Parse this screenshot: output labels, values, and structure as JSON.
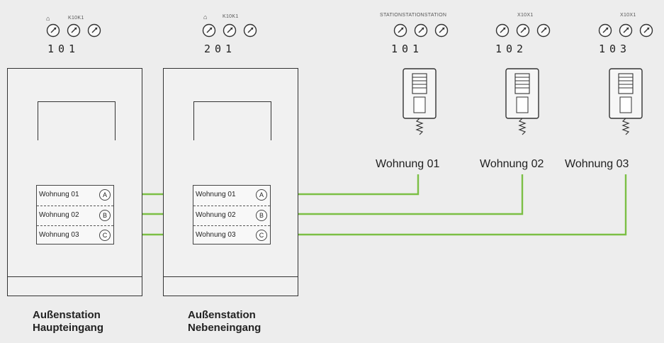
{
  "stations": [
    {
      "id": "main",
      "name_line1": "Außenstation",
      "name_line2": "Haupteingang",
      "code": "101",
      "switch_label": "K10K1",
      "buttons": [
        {
          "label": "Wohnung 01",
          "letter": "A"
        },
        {
          "label": "Wohnung 02",
          "letter": "B"
        },
        {
          "label": "Wohnung 03",
          "letter": "C"
        }
      ]
    },
    {
      "id": "side",
      "name_line1": "Außenstation",
      "name_line2": "Nebeneingang",
      "code": "201",
      "switch_label": "K10K1",
      "buttons": [
        {
          "label": "Wohnung 01",
          "letter": "A"
        },
        {
          "label": "Wohnung 02",
          "letter": "B"
        },
        {
          "label": "Wohnung 03",
          "letter": "C"
        }
      ]
    }
  ],
  "apartments": [
    {
      "name": "Wohnung 01",
      "code": "101",
      "switch_label": "STATIONSTATIONSTATION"
    },
    {
      "name": "Wohnung 02",
      "code": "102",
      "switch_label": "X10X1"
    },
    {
      "name": "Wohnung 03",
      "code": "103",
      "switch_label": "X10X1"
    }
  ],
  "colors": {
    "wire": "#7cbf45",
    "line": "#333333",
    "background": "#ededed"
  }
}
